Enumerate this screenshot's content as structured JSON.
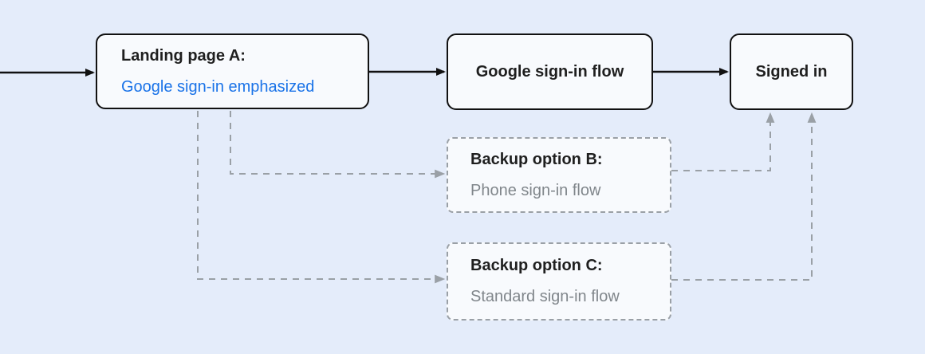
{
  "diagram": {
    "colors": {
      "background": "#e4ecfa",
      "node_fill": "#f8fafd",
      "node_border": "#111111",
      "dashed_connector": "#9aa0a6",
      "accent_blue": "#1a73e8",
      "muted_gray_text": "#80868b",
      "primary_text": "#1f1f1f"
    },
    "nodes": {
      "landing": {
        "title": "Landing page A:",
        "subtitle": "Google sign-in emphasized"
      },
      "google_flow": {
        "label": "Google sign-in flow"
      },
      "signed_in": {
        "label": "Signed in"
      },
      "backup_b": {
        "title": "Backup option B:",
        "subtitle": "Phone sign-in flow"
      },
      "backup_c": {
        "title": "Backup option C:",
        "subtitle": "Standard sign-in flow"
      }
    }
  }
}
